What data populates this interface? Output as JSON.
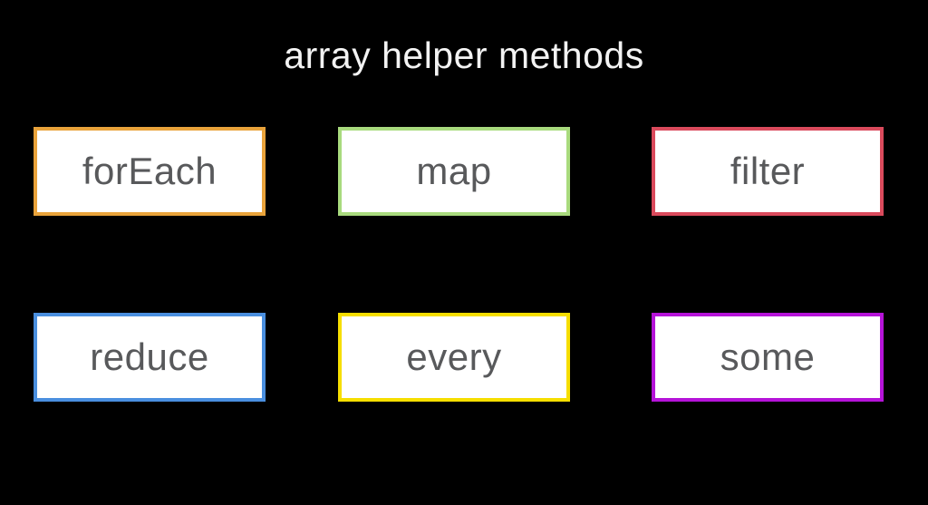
{
  "slide": {
    "title": "array helper methods"
  },
  "colors": {
    "background": "#000000",
    "box_background": "#ffffff",
    "box_text": "#58595b",
    "title_text": "#f3f3f3"
  },
  "boxes": [
    {
      "label": "forEach",
      "border_color": "#e9a33b"
    },
    {
      "label": "map",
      "border_color": "#a9db7e"
    },
    {
      "label": "filter",
      "border_color": "#da4a5c"
    },
    {
      "label": "reduce",
      "border_color": "#4a8fdf"
    },
    {
      "label": "every",
      "border_color": "#f6de00"
    },
    {
      "label": "some",
      "border_color": "#b513d8"
    }
  ]
}
